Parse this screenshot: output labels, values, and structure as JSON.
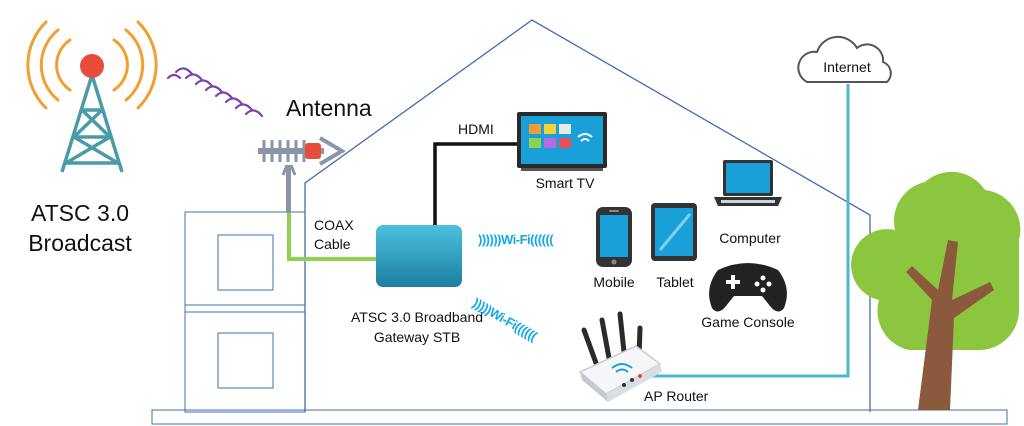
{
  "labels": {
    "broadcast_line1": "ATSC 3.0",
    "broadcast_line2": "Broadcast",
    "antenna": "Antenna",
    "hdmi": "HDMI",
    "smart_tv": "Smart TV",
    "internet": "Internet",
    "coax_line1": "COAX",
    "coax_line2": "Cable",
    "computer": "Computer",
    "mobile": "Mobile",
    "tablet": "Tablet",
    "game_console": "Game Console",
    "gateway_line1": "ATSC 3.0 Broadband",
    "gateway_line2": "Gateway STB",
    "ap_router": "AP Router",
    "wifi_1": "))))))Wi-Fi((((((",
    "wifi_2": ")))))Wi-Fi(((((("
  },
  "colors": {
    "tower": "#4a9aa8",
    "tower_top": "#e74c3c",
    "signal_orange": "#f0a030",
    "signal_purple": "#7d3fb0",
    "house_outline": "#3f6fb0",
    "coax_cable": "#8ed14c",
    "internet_line": "#4fb5d0",
    "gateway_box": "#2aa6c8",
    "wifi_text": "#16a8e6",
    "tree_leaves": "#8cc63f",
    "tree_trunk": "#8b5a3c"
  },
  "icons": {
    "tower": "broadcast-tower-icon",
    "antenna": "antenna-icon",
    "cloud": "cloud-icon",
    "tv": "smart-tv-icon",
    "laptop": "laptop-icon",
    "phone": "mobile-phone-icon",
    "tablet": "tablet-icon",
    "gamepad": "gamepad-icon",
    "router": "router-icon",
    "tree": "tree-icon"
  }
}
